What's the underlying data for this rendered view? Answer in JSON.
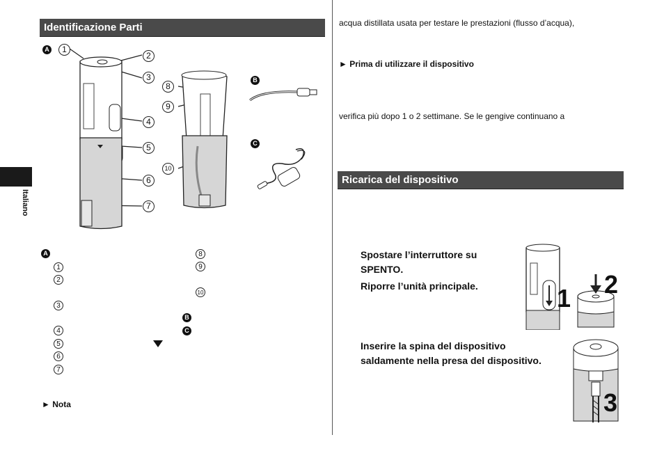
{
  "left": {
    "section_title": "Identificazione Parti",
    "figure_badges": {
      "a": "A",
      "b": "B",
      "c": "C"
    },
    "callouts": [
      "1",
      "2",
      "3",
      "4",
      "5",
      "6",
      "7",
      "8",
      "9",
      "10"
    ],
    "legend": {
      "a_badge": "A",
      "left_numbers": [
        "1",
        "2",
        "3",
        "4",
        "5",
        "6",
        "7"
      ],
      "right_numbers": [
        "8",
        "9",
        "10"
      ],
      "b_badge": "B",
      "c_badge": "C"
    },
    "note": "Nota"
  },
  "side_tab": {
    "label": "Italiano"
  },
  "right": {
    "line1": "acqua distillata usata per testare le prestazioni (flusso d’acqua),",
    "prima_heading": "Prima di utilizzare il dispositivo",
    "line2": "verifica più dopo 1 o 2 settimane. Se le gengive continuano a",
    "section_title": "Ricarica del dispositivo",
    "step1_line1": "Spostare l’interruttore su",
    "step1_line2": "SPENTO.",
    "step2": "Riporre l’unità principale.",
    "step3_line1": "Inserire la spina del dispositivo",
    "step3_line2": "saldamente nella presa del dispositivo.",
    "figure_numbers": [
      "1",
      "2",
      "3"
    ]
  },
  "colors": {
    "section_bar": "#4a4a4a",
    "side_tab": "#1a1a1a",
    "device_body": "#ffffff",
    "device_sleeve": "#d6d6d6"
  }
}
